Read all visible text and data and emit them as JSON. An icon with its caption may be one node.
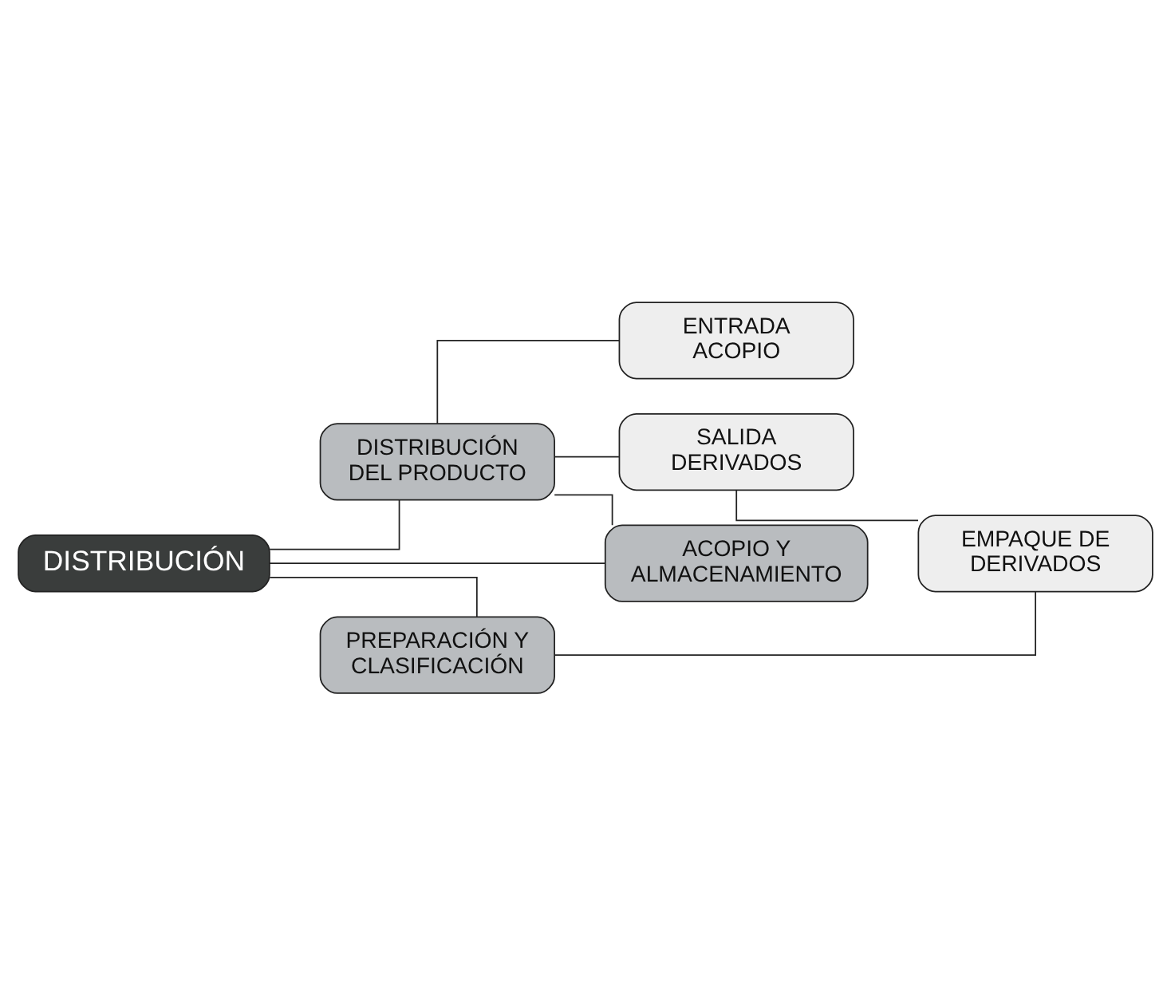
{
  "diagram": {
    "nodes": [
      {
        "text": [
          "DISTRIBUCIÓN"
        ]
      },
      {
        "text": [
          "DISTRIBUCIÓN DEL PRODUCTO"
        ]
      },
      {
        "text": [
          "ENTRADA ACOPIO"
        ]
      },
      {
        "text": [
          "SALIDA DERIVADOS"
        ]
      },
      {
        "text": [
          "ACOPIO Y ALMACENAMIENTO"
        ]
      },
      {
        "text": [
          "PREPARACIÓN Y CLASIFICACIÓN"
        ]
      },
      {
        "text": [
          "EMPAQUE DE DERIVADOS"
        ]
      }
    ],
    "edges": [
      {
        "from": 0,
        "to": 1,
        "arrow": "none"
      },
      {
        "from": 0,
        "to": 4,
        "arrow": "none"
      },
      {
        "from": 0,
        "to": 5,
        "arrow": "none"
      },
      {
        "from": 1,
        "to": 2,
        "arrow": "none"
      },
      {
        "from": 1,
        "to": 3,
        "arrow": "none"
      },
      {
        "from": 1,
        "to": 4,
        "arrow": "none"
      },
      {
        "from": 3,
        "to": 6,
        "arrow": "none"
      },
      {
        "from": 5,
        "to": 6,
        "arrow": "none"
      }
    ]
  }
}
